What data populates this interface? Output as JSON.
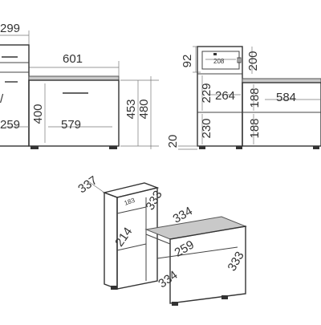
{
  "dimensions": {
    "front": {
      "top_depth": "299",
      "bench_width": "601",
      "height_400": "400",
      "height_453": "453",
      "height_480": "480",
      "cabinet_width": "259",
      "bench_inner_width": "579"
    },
    "side": {
      "drawer_height": "92",
      "drawer_inner": "208",
      "upper_200": "200",
      "left_229": "229",
      "mid_264": "264",
      "shelf_188_top": "188",
      "right_584": "584",
      "low_230": "230",
      "leg_20": "20",
      "shelf_188_bottom": "188"
    },
    "iso": {
      "depth_337": "337",
      "height_333_top": "333",
      "inner_183": "183",
      "seat_334": "334",
      "inner_214": "214",
      "shelf_259": "259",
      "height_333_right": "333",
      "bottom_334": "334"
    }
  },
  "colors": {
    "line": "#444444",
    "seat": "#c9c9c9",
    "text": "#333333"
  }
}
